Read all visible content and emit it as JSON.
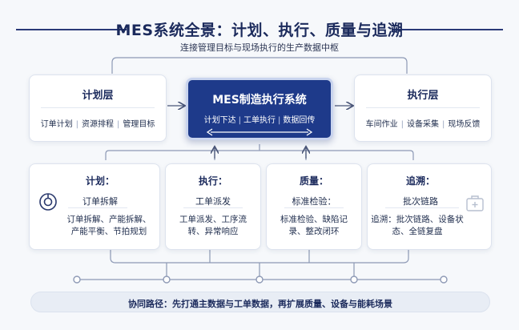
{
  "header": {
    "title": "MES系统全景：计划、执行、质量与追溯",
    "subtitle": "连接管理目标与现场执行的生产数据中枢"
  },
  "plan_layer": {
    "title": "计划层",
    "items": [
      "订单计划",
      "资源排程",
      "管理目标"
    ]
  },
  "core": {
    "title": "MES制造执行系统",
    "items": [
      "计划下达",
      "工单执行",
      "数据回传"
    ]
  },
  "exec_layer": {
    "title": "执行层",
    "items": [
      "车间作业",
      "设备采集",
      "现场反馈"
    ]
  },
  "modules": [
    {
      "title": "计划：",
      "sub": "订单拆解",
      "desc": "订单拆解、产能拆解、产能平衡、节拍规划",
      "icon": "target-icon"
    },
    {
      "title": "执行：",
      "sub": "工单派发",
      "desc": "工单派发、工序流转、异常响应",
      "icon": ""
    },
    {
      "title": "质量：",
      "sub": "标准检验：",
      "desc": "标准检验、缺陷记录、整改闭环",
      "icon": ""
    },
    {
      "title": "追溯：",
      "sub": "批次链路",
      "desc": "追溯：批次链路、设备状态、全链复盘",
      "icon": "medkit-icon"
    }
  ],
  "footer": {
    "text": "协同路径：先打通主数据与工单数据，再扩展质量、设备与能耗场景"
  },
  "colors": {
    "primary": "#1e3a8a",
    "title_line": "#2a3a78",
    "connector": "#8d99b5"
  }
}
